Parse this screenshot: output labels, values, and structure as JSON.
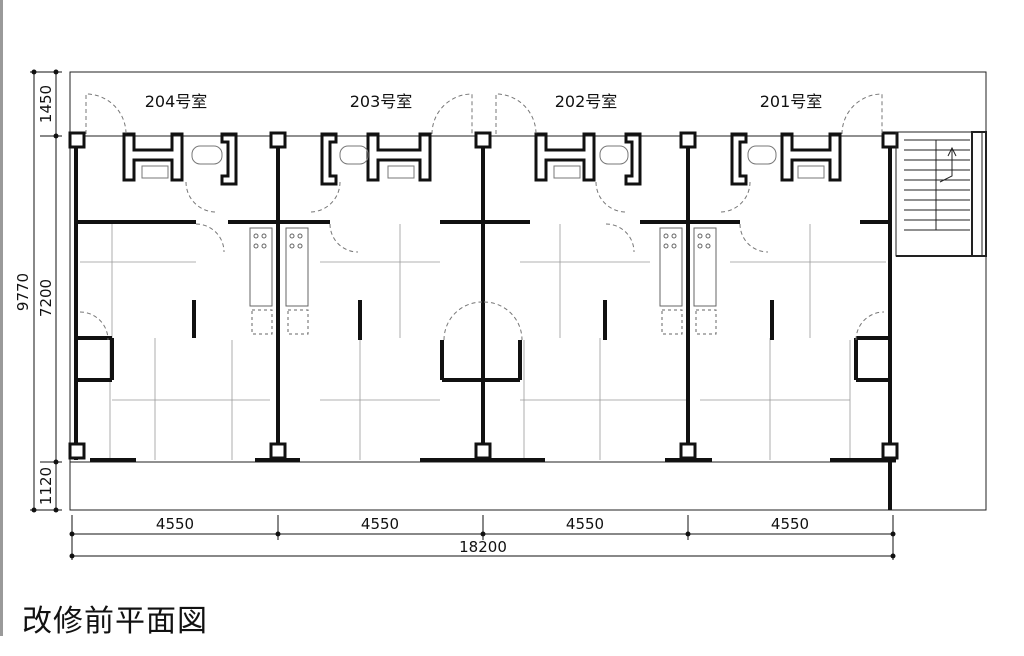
{
  "rooms": [
    "204号室",
    "203号室",
    "202号室",
    "201号室"
  ],
  "dims_bottom": {
    "units": [
      "4550",
      "4550",
      "4550",
      "4550"
    ],
    "total": "18200"
  },
  "dims_left": {
    "top": "1450",
    "middle": "7200",
    "bottom": "1120",
    "total": "9770"
  },
  "caption": "改修前平面図"
}
